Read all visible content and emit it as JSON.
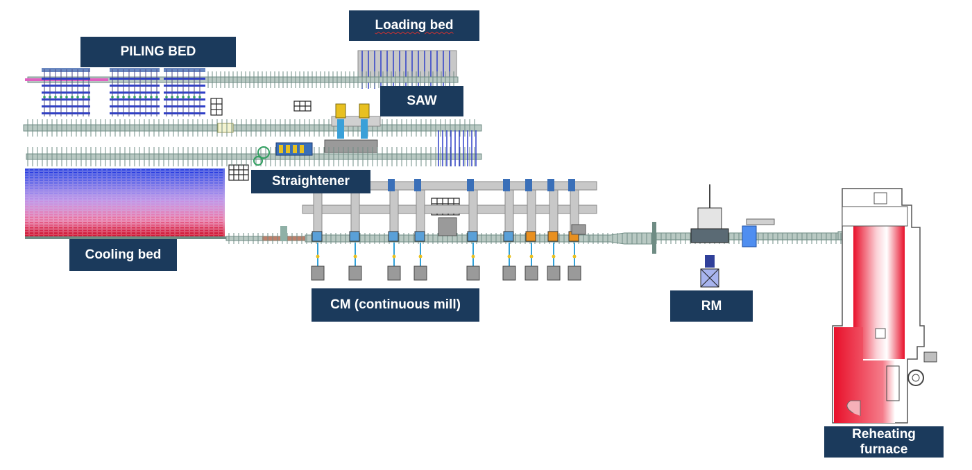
{
  "labels": {
    "loading_bed": "Loading bed",
    "piling_bed": "PILING BED",
    "saw": "SAW",
    "straightener": "Straightener",
    "cooling_bed": "Cooling bed",
    "cm": "CM (continuous mill)",
    "rm": "RM",
    "reheating_furnace": "Reheating furnace"
  },
  "colors": {
    "label_bg": "#1b3a5c",
    "label_text": "#ffffff",
    "roller_table": "#8fb0a6",
    "rail_blue": "#2f3fc8",
    "furnace_red": "#e8102a",
    "frame_gray": "#bfbfbf",
    "tank_blue": "#4f8ef0"
  }
}
